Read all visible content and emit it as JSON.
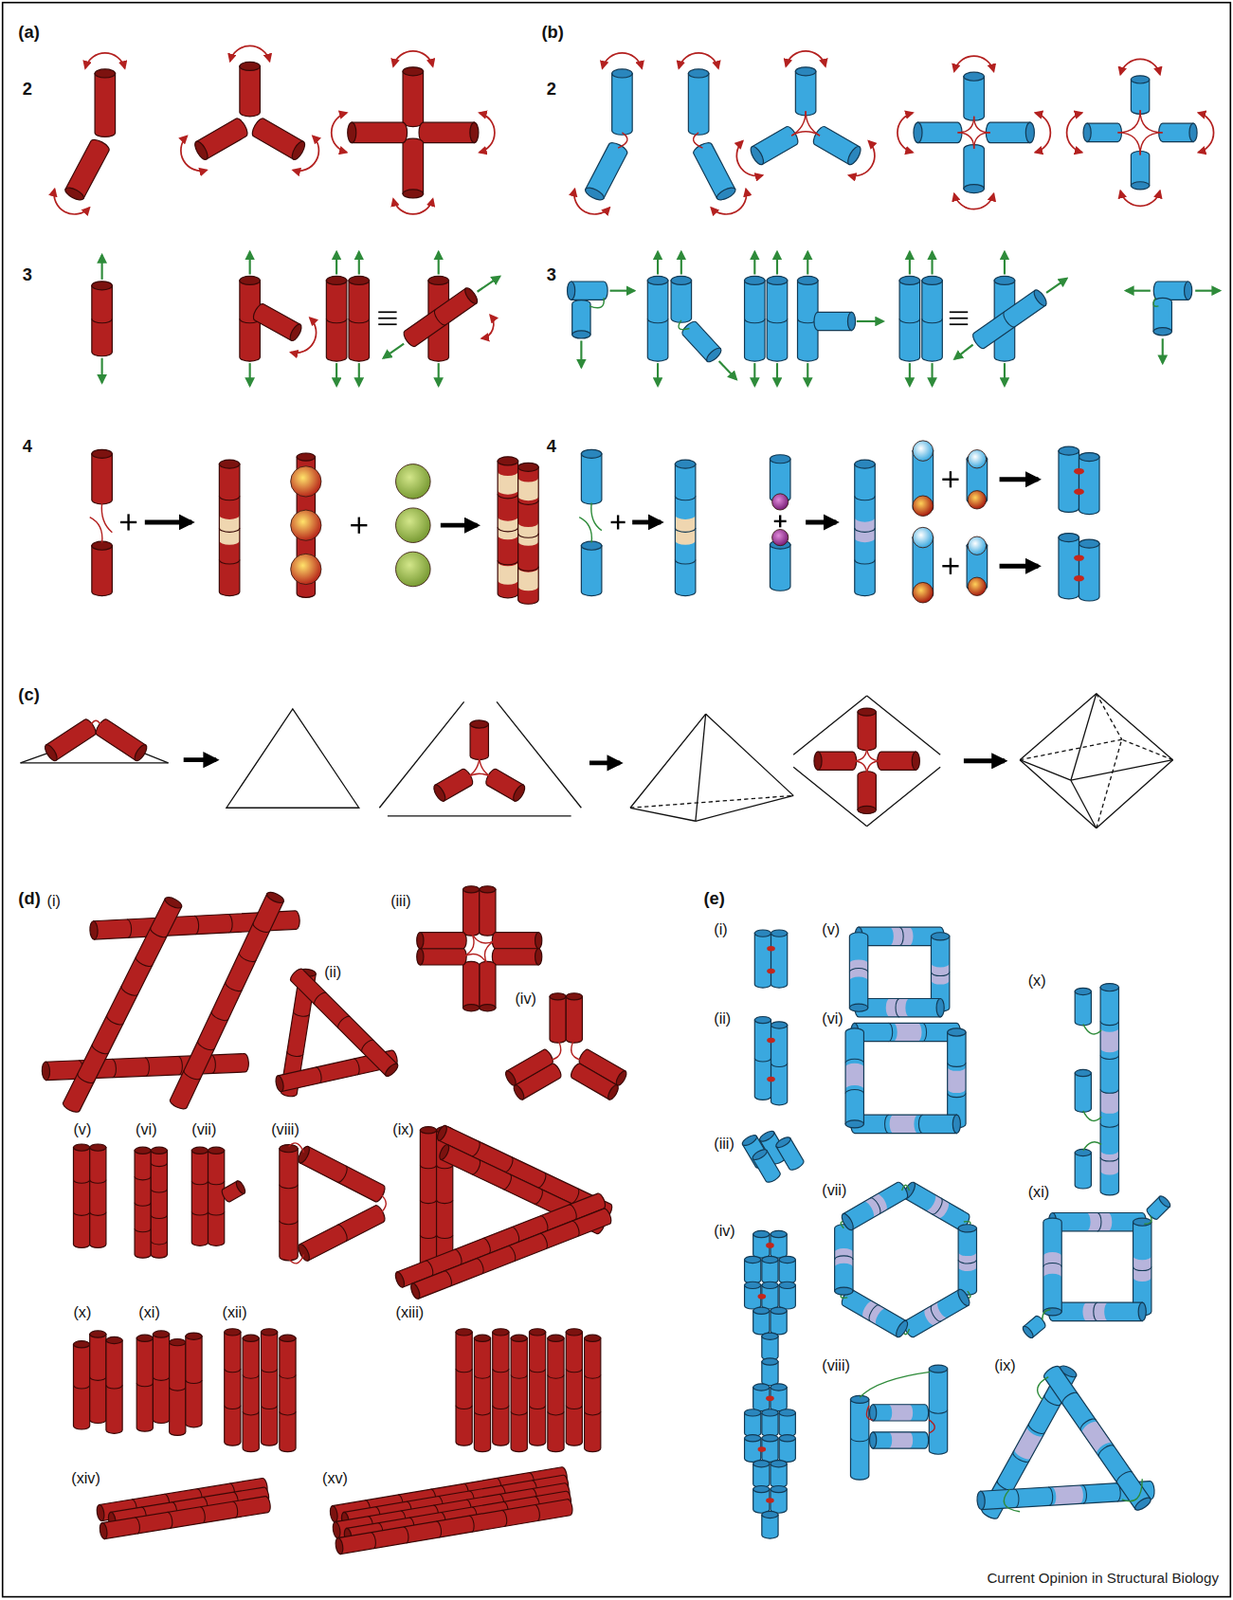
{
  "diagram": {
    "labels": [
      "(a)",
      "2",
      "3",
      "4",
      "(b)",
      "2",
      "3",
      "4",
      "(c)",
      "(d)",
      "(i)",
      "(ii)",
      "(iii)",
      "(iv)",
      "(v)",
      "(vi)",
      "(vii)",
      "(viii)",
      "(ix)",
      "(x)",
      "(xi)",
      "(xii)",
      "(xiii)",
      "(xiv)",
      "(xv)",
      "(e)",
      "(i)",
      "(ii)",
      "(iii)",
      "(iv)",
      "(v)",
      "(vi)",
      "(vii)",
      "(viii)",
      "(ix)",
      "(x)",
      "(xi)",
      "Current Opinion in Structural Biology"
    ]
  }
}
